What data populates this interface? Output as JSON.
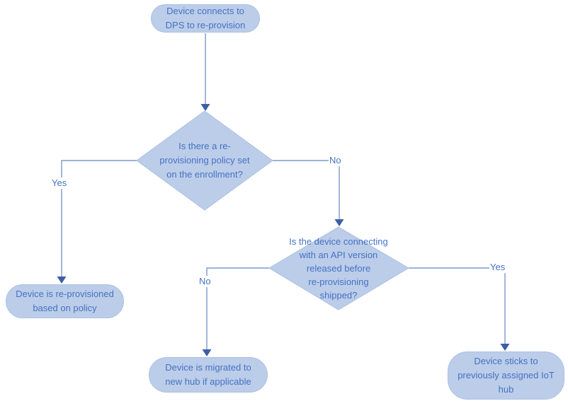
{
  "diagram": {
    "title": "DPS device re-provisioning decision flowchart",
    "colors": {
      "node_fill": "#bccde9",
      "node_border": "#abc0e2",
      "node_text": "#4472c4",
      "connector_line": "#7d98cd",
      "arrowhead": "#3c5fa5",
      "background": "#ffffff"
    },
    "nodes": {
      "start": {
        "label": "Device connects to DPS to re-provision",
        "lines": [
          "Device connects to",
          "DPS to re-provision"
        ]
      },
      "decision1": {
        "label": "Is there a re-provisioning policy set on the enrollment?",
        "lines": [
          "Is there a re-",
          "provisioning policy set",
          "on the enrollment?"
        ]
      },
      "outcome_policy": {
        "label": "Device is re-provisioned based on policy",
        "lines": [
          "Device is re-provisioned",
          "based on policy"
        ]
      },
      "decision2": {
        "label": "Is the device connecting with an API version released before re-provisioning shipped?",
        "lines": [
          "Is the device connecting",
          "with an API version",
          "released before",
          "re-provisioning",
          "shipped?"
        ]
      },
      "outcome_migrate": {
        "label": "Device is migrated to new hub if applicable",
        "lines": [
          "Device is migrated to",
          "new hub if applicable"
        ]
      },
      "outcome_stick": {
        "label": "Device sticks to previously assigned IoT hub",
        "lines": [
          "Device sticks to",
          "previously assigned IoT",
          "hub"
        ]
      }
    },
    "edges": {
      "yes1": {
        "label": "Yes"
      },
      "no1": {
        "label": "No"
      },
      "no2": {
        "label": "No"
      },
      "yes2": {
        "label": "Yes"
      }
    }
  }
}
